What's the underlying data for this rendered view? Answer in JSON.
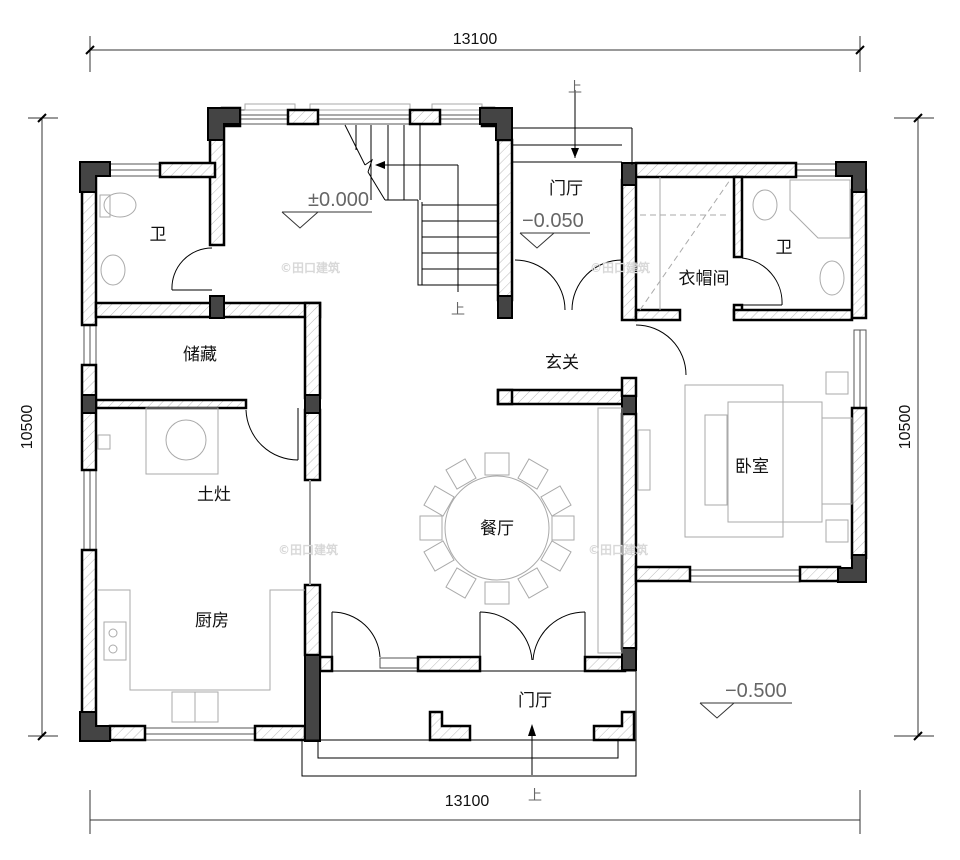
{
  "plan": {
    "dimensions": {
      "top_width": "13100",
      "bottom_width": "13100",
      "left_height": "10500",
      "right_height": "10500"
    },
    "rooms": [
      {
        "id": "bath-left",
        "label": "卫"
      },
      {
        "id": "storage",
        "label": "储藏"
      },
      {
        "id": "stove",
        "label": "土灶"
      },
      {
        "id": "kitchen",
        "label": "厨房"
      },
      {
        "id": "dining",
        "label": "餐厅"
      },
      {
        "id": "foyer",
        "label": "玄关"
      },
      {
        "id": "vestibule-north",
        "label": "门厅"
      },
      {
        "id": "cloakroom",
        "label": "衣帽间"
      },
      {
        "id": "bath-right",
        "label": "卫"
      },
      {
        "id": "bedroom",
        "label": "卧室"
      },
      {
        "id": "vestibule-south",
        "label": "门厅"
      }
    ],
    "levels": {
      "main": "±0.000",
      "north_vestibule": "−0.050",
      "exterior": "−0.500"
    },
    "stair_up_labels": [
      "上",
      "上",
      "上"
    ],
    "watermark": "©田口建筑"
  }
}
